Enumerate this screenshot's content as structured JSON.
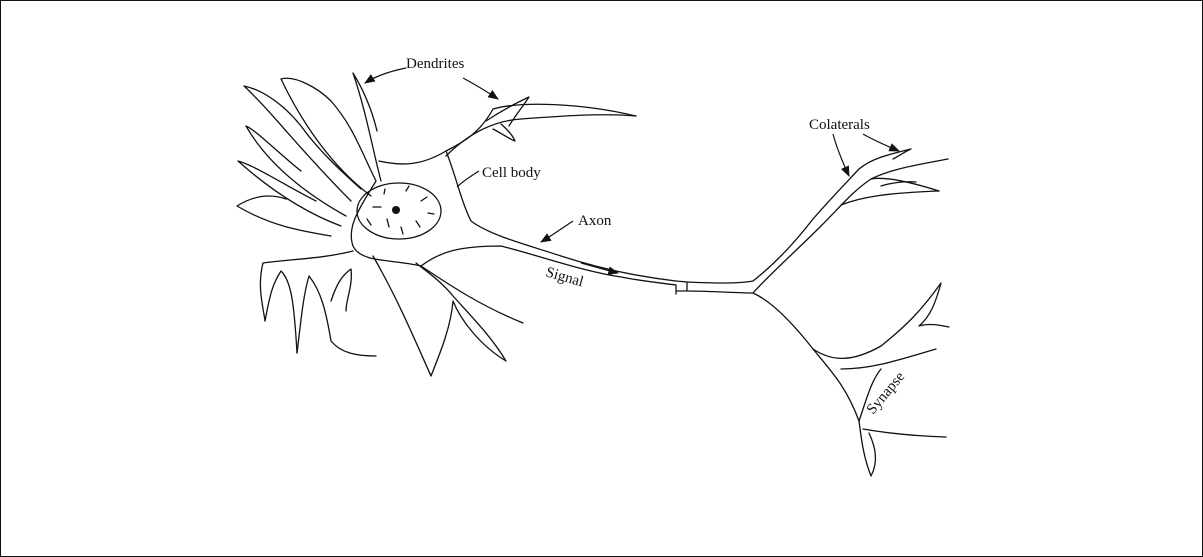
{
  "labels": {
    "dendrites": "Dendrites",
    "cell_body": "Cell body",
    "axon": "Axon",
    "signal": "Signal",
    "colaterals": "Colaterals",
    "synapse": "Synapse"
  }
}
